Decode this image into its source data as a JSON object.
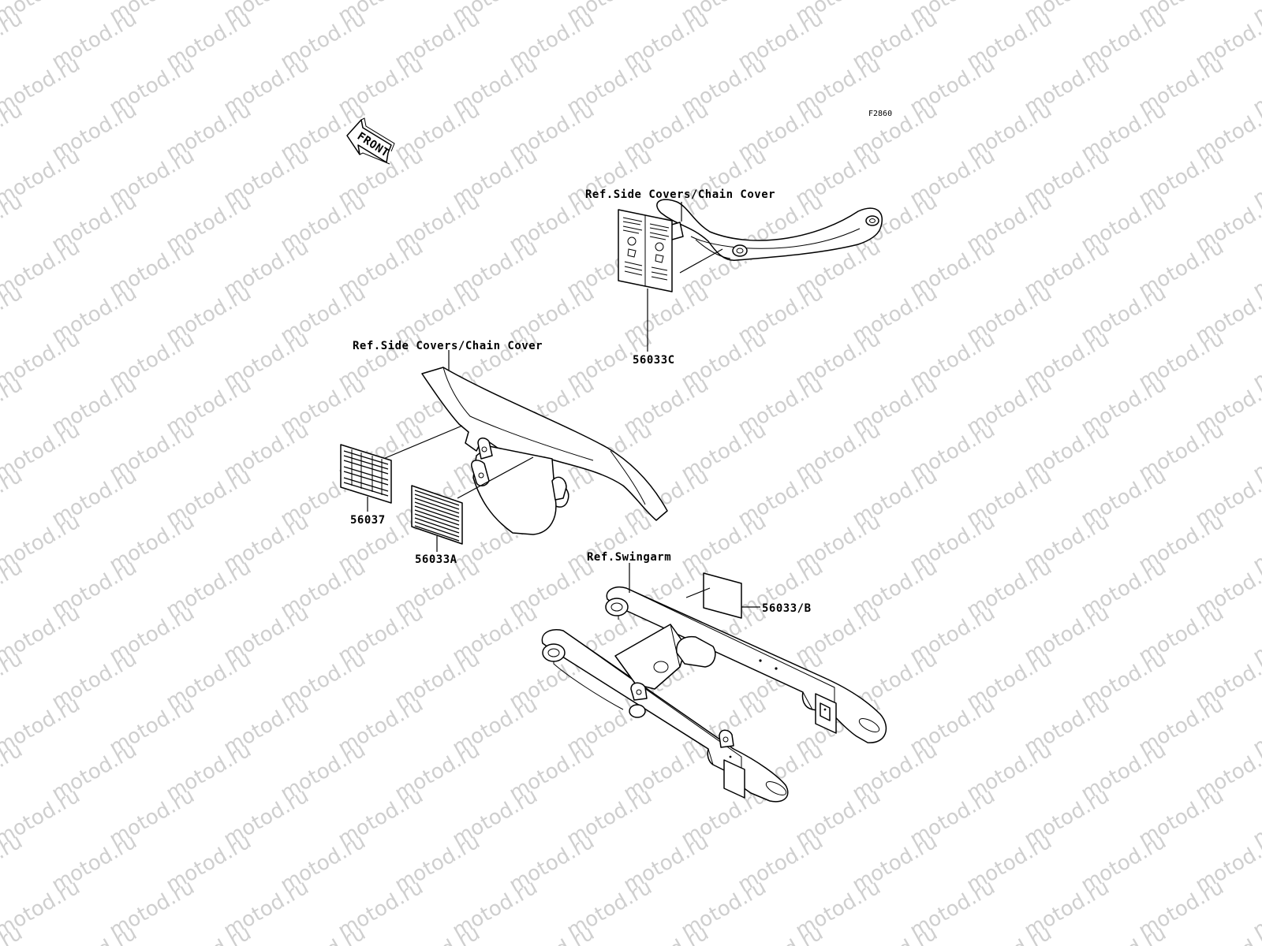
{
  "diagram_code": "F2860",
  "front_arrow_label": "FRONT",
  "watermark_text": "motod.ru",
  "colors": {
    "line": "#000000",
    "background": "#ffffff",
    "watermark": "#cfcfcf"
  },
  "references": {
    "side_covers_upper": "Ref.Side Covers/Chain Cover",
    "side_covers_lower": "Ref.Side Covers/Chain Cover",
    "swingarm": "Ref.Swingarm"
  },
  "parts": {
    "p56033C": "56033C",
    "p56037": "56037",
    "p56033A": "56033A",
    "p56033B": "56033/B"
  }
}
